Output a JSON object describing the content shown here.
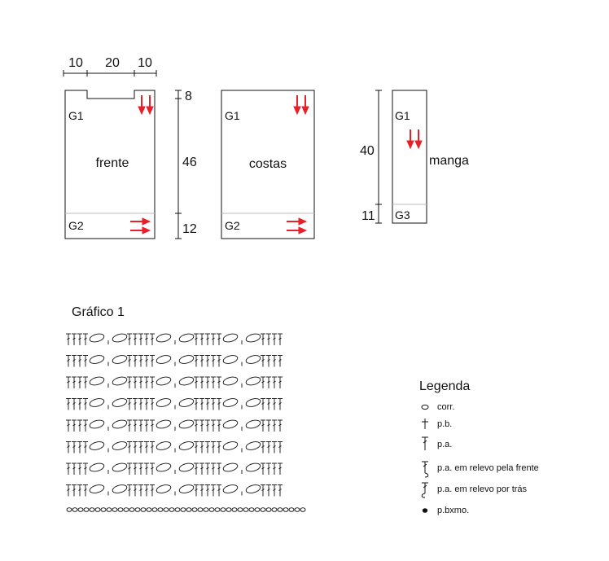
{
  "diagram": {
    "dimensions": {
      "top_left": "10",
      "top_middle": "20",
      "top_right": "10",
      "front_top": "8",
      "front_middle": "46",
      "front_bottom": "12",
      "sleeve_main": "40",
      "sleeve_bottom": "11"
    },
    "pieces": {
      "front": {
        "label": "frente",
        "top_section": "G1",
        "bottom_section": "G2"
      },
      "back": {
        "label": "costas",
        "top_section": "G1",
        "bottom_section": "G2"
      },
      "sleeve": {
        "label": "manga",
        "top_section": "G1",
        "bottom_section": "G3"
      }
    },
    "arrow_color": "#e8202a",
    "line_color": "#111111"
  },
  "chart": {
    "title": "Gráfico 1",
    "rows": 8,
    "pattern": "4 dc, 2 ch-arcs, 5 dc, 2 ch-arcs ... with foundation chain"
  },
  "legend": {
    "title": "Legenda",
    "items": [
      {
        "icon": "chain-stitch-icon",
        "label": "corr."
      },
      {
        "icon": "single-crochet-icon",
        "label": "p.b."
      },
      {
        "icon": "double-crochet-icon",
        "label": "p.a."
      },
      {
        "icon": "front-post-dc-icon",
        "label": "p.a. em relevo pela frente"
      },
      {
        "icon": "back-post-dc-icon",
        "label": "p.a. em relevo por trás"
      },
      {
        "icon": "slip-stitch-icon",
        "label": "p.bxmo."
      }
    ]
  }
}
